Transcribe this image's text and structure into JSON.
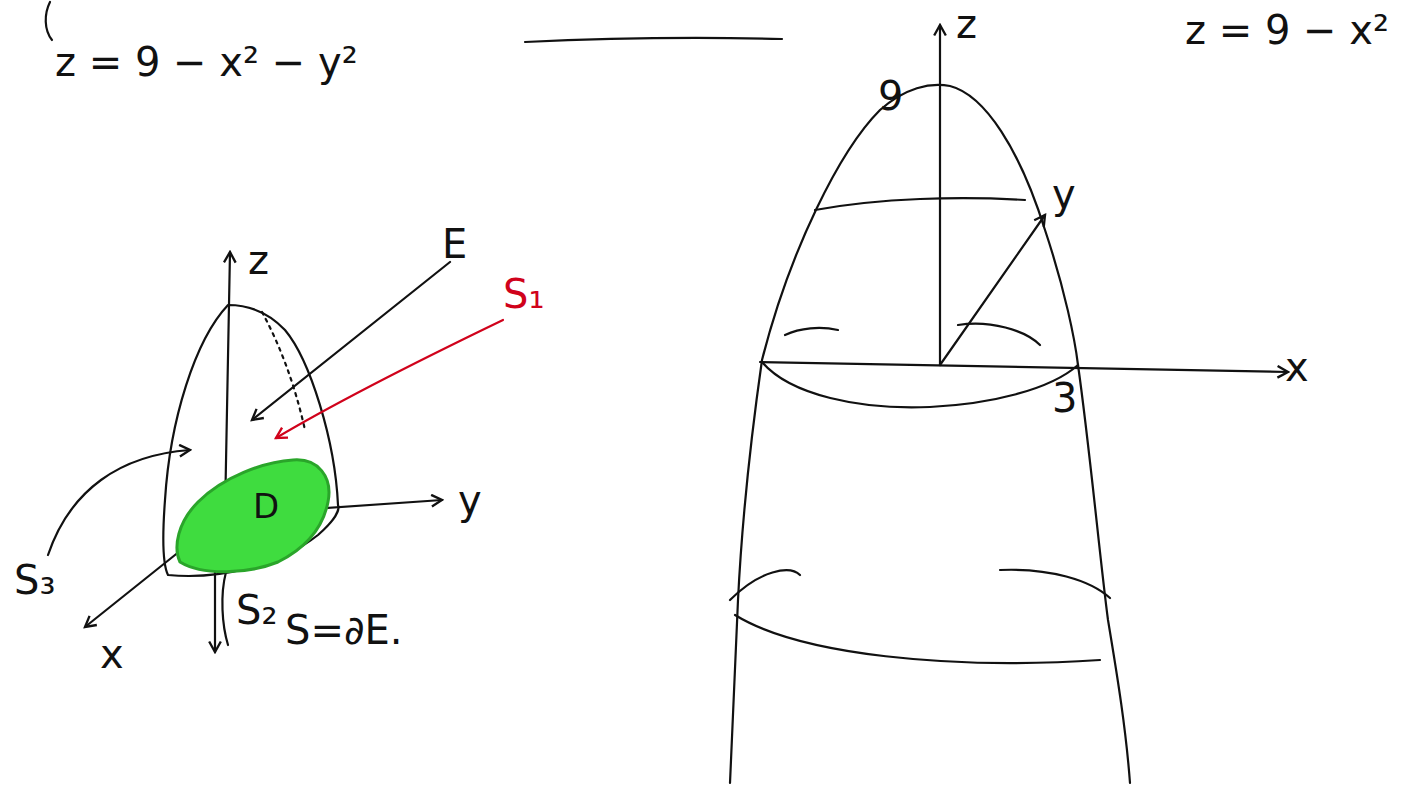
{
  "diagram": {
    "nodes": [
      {
        "text": [
          "D"
        ]
      }
    ],
    "labels": [
      "z = 9 − x² − y²",
      "z",
      "E",
      "S₁",
      "S₃",
      "y",
      "x",
      "S₂",
      "S=∂E.",
      "z",
      "9",
      "y",
      "x",
      "3",
      "z = 9 − x²"
    ]
  }
}
